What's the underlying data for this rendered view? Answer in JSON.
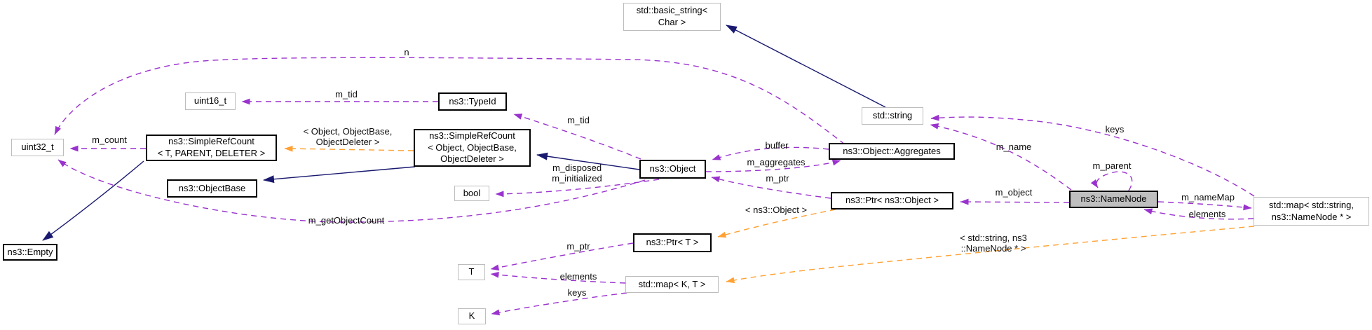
{
  "colors": {
    "member_edge": "#9a32cd",
    "template_edge": "#ffa133",
    "inheritance_edge": "#191970",
    "focus_fill": "#bfbfbf",
    "doc_border": "#000000",
    "external_border": "#bdbdbd"
  },
  "nodes": {
    "basic_string": {
      "label": "std::basic_string<\nChar >"
    },
    "std_string": {
      "label": "std::string"
    },
    "uint16_t": {
      "label": "uint16_t"
    },
    "typeid": {
      "label": "ns3::TypeId"
    },
    "uint32_t": {
      "label": "uint32_t"
    },
    "simplerefcount_tpl": {
      "label": "ns3::SimpleRefCount\n< T, PARENT, DELETER >"
    },
    "simplerefcount_obj": {
      "label": "ns3::SimpleRefCount\n< Object, ObjectBase,\nObjectDeleter >"
    },
    "objectbase": {
      "label": "ns3::ObjectBase"
    },
    "bool": {
      "label": "bool"
    },
    "object": {
      "label": "ns3::Object"
    },
    "aggregates": {
      "label": "ns3::Object::Aggregates"
    },
    "ptr_object": {
      "label": "ns3::Ptr< ns3::Object >"
    },
    "namenode": {
      "label": "ns3::NameNode"
    },
    "map_string_namenode": {
      "label": "std::map< std::string,\nns3::NameNode * >"
    },
    "empty": {
      "label": "ns3::Empty"
    },
    "ptr_t": {
      "label": "ns3::Ptr< T >"
    },
    "t": {
      "label": "T"
    },
    "map_kt": {
      "label": "std::map< K, T >"
    },
    "k": {
      "label": "K"
    }
  },
  "edge_labels": {
    "n": "n",
    "m_tid_typeid": "m_tid",
    "m_count": "m_count",
    "m_tid_object": "m_tid",
    "buffer": "buffer",
    "m_aggregates": "m_aggregates",
    "m_ptr_object": "m_ptr",
    "flags": "m_disposed\nm_initialized",
    "m_getObjectCount": "m_getObjectCount",
    "m_name": "m_name",
    "keys_string": "keys",
    "m_parent": "m_parent",
    "m_object": "m_object",
    "m_nameMap": "m_nameMap",
    "elements_namenode": "elements",
    "m_ptr_t": "m_ptr",
    "elements_t": "elements",
    "keys_k": "keys",
    "tmpl_simplerefcount": "< Object, ObjectBase,\nObjectDeleter >",
    "tmpl_ptr": "< ns3::Object >",
    "tmpl_map": "< std::string, ns3\n::NameNode * >"
  }
}
